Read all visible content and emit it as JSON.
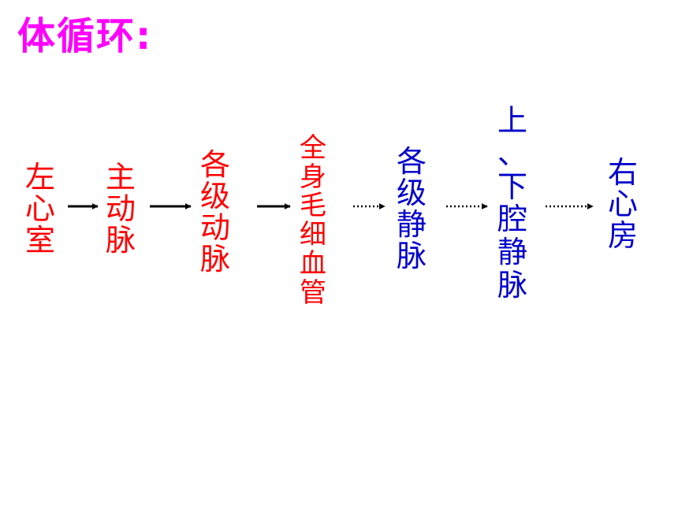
{
  "title": {
    "text": "体循环:",
    "color": "#ff00ff"
  },
  "colors": {
    "arterial": "#ff0000",
    "venous": "#0000cc",
    "arrow": "#000000"
  },
  "nodes": [
    {
      "id": "left-ventricle",
      "label": "左心室",
      "type": "arterial"
    },
    {
      "id": "aorta",
      "label": "主动脉",
      "type": "arterial"
    },
    {
      "id": "arteries",
      "label": "各级动脉",
      "type": "arterial"
    },
    {
      "id": "capillaries",
      "label": "全身毛细血管",
      "type": "arterial"
    },
    {
      "id": "veins",
      "label": "各级静脉",
      "type": "venous"
    },
    {
      "id": "vena-cava",
      "label": "上、下腔静脉",
      "type": "venous"
    },
    {
      "id": "right-atrium",
      "label": "右心房",
      "type": "venous"
    }
  ],
  "edges": [
    {
      "from": "left-ventricle",
      "to": "aorta",
      "style": "solid"
    },
    {
      "from": "aorta",
      "to": "arteries",
      "style": "solid"
    },
    {
      "from": "arteries",
      "to": "capillaries",
      "style": "solid"
    },
    {
      "from": "capillaries",
      "to": "veins",
      "style": "dotted"
    },
    {
      "from": "veins",
      "to": "vena-cava",
      "style": "dotted"
    },
    {
      "from": "vena-cava",
      "to": "right-atrium",
      "style": "dotted"
    }
  ]
}
